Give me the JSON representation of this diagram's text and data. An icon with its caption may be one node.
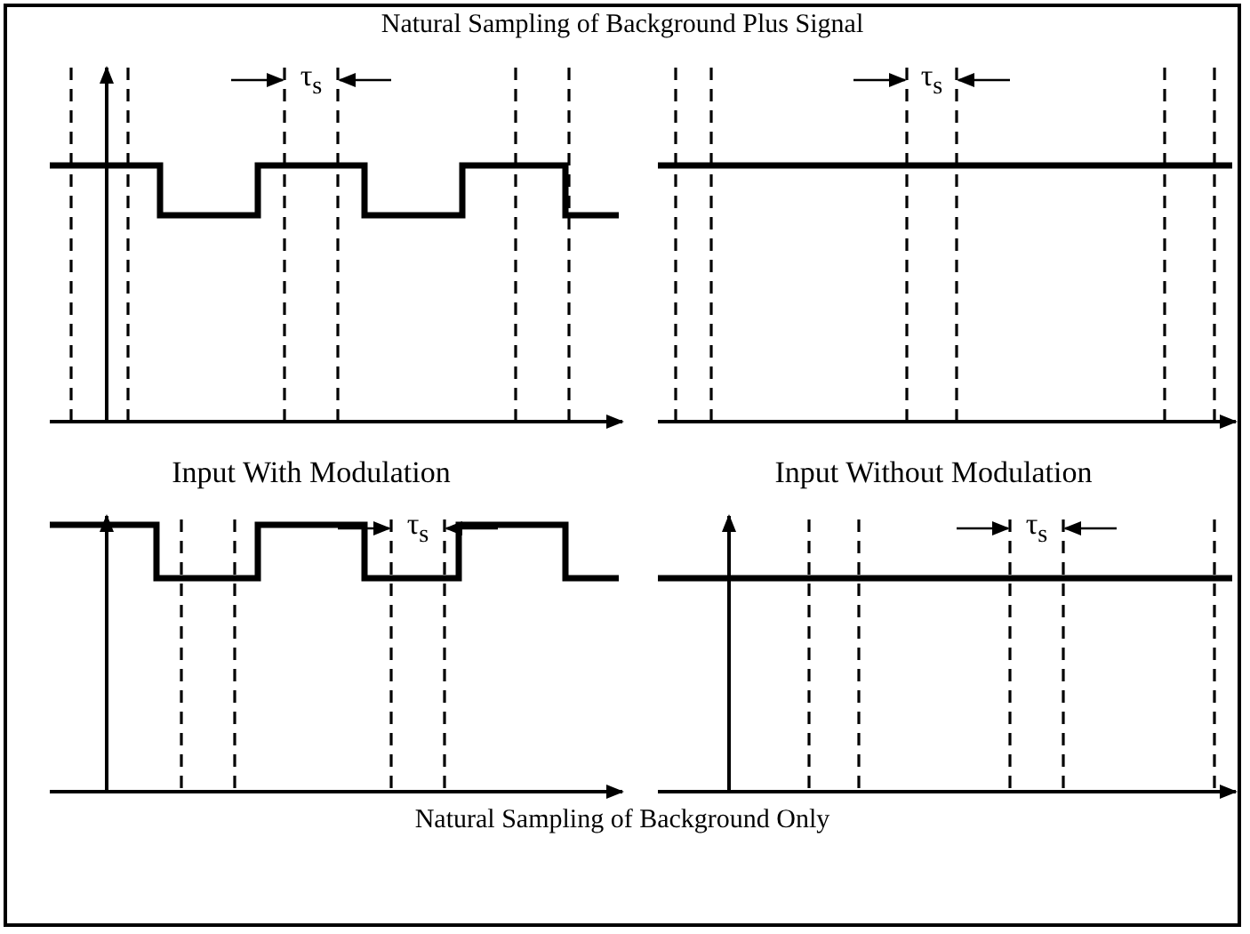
{
  "diagram": {
    "title": "Natural Sampling of Background Plus Signal",
    "caption": "Natural Sampling of Background Only",
    "labels": [
      "τ$_{s}$",
      "τ$_{s}$",
      "Input With Modulation",
      "Input Without Modulation",
      "τ$_{s}$",
      "τ$_{s}$"
    ]
  }
}
